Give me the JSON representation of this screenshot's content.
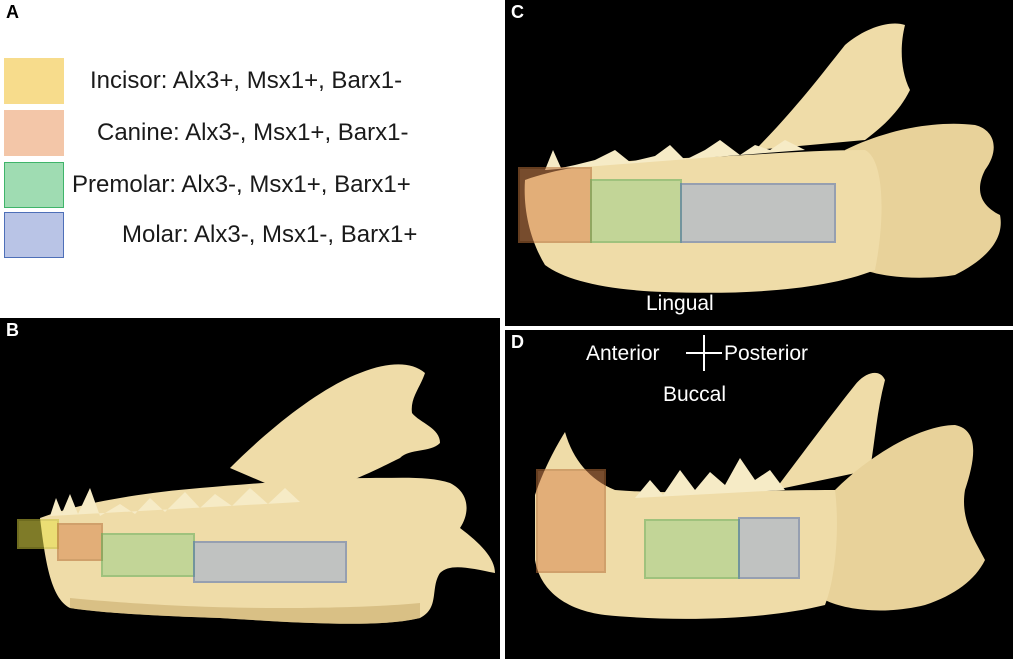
{
  "panels": {
    "a": {
      "letter": "A",
      "legend": [
        {
          "label": "Incisor: Alx3+, Msx1+, Barx1-",
          "color": "#f7dc8c",
          "border": "#f7dc8c"
        },
        {
          "label": "Canine: Alx3-, Msx1+, Barx1-",
          "color": "#f3c6a8",
          "border": "#f3c6a8"
        },
        {
          "label": "Premolar: Alx3-, Msx1+, Barx1+",
          "color": "#9fdcb2",
          "border": "#3fb46a"
        },
        {
          "label": "Molar: Alx3-, Msx1-, Barx1+",
          "color": "#b9c4e6",
          "border": "#4e6fb8"
        }
      ]
    },
    "b": {
      "letter": "B"
    },
    "c": {
      "letter": "C"
    },
    "d": {
      "letter": "D"
    }
  },
  "orientation": {
    "top": "Lingual",
    "left": "Anterior",
    "right": "Posterior",
    "bottom": "Buccal"
  },
  "colors": {
    "background": "#000000",
    "bone": "#efdca8",
    "bone_shadow": "#c9ad6e",
    "incisor": "#e8e04a",
    "canine": "#d98a52",
    "premolar": "#9fd08a",
    "molar": "#9aaed6"
  }
}
